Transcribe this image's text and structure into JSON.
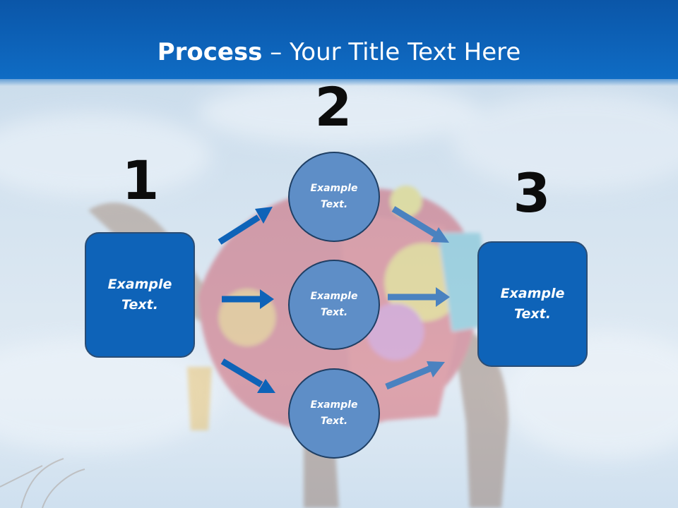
{
  "slide": {
    "title_bold": "Process",
    "title_rest": " – Your Title Text Here"
  },
  "steps": {
    "step1_number": "1",
    "step2_number": "2",
    "step3_number": "3"
  },
  "nodes": {
    "left_box": "Example Text.",
    "circle_top": "Example Text.",
    "circle_middle": "Example Text.",
    "circle_bottom": "Example Text.",
    "right_box": "Example Text."
  },
  "colors": {
    "header": "#0d62b8",
    "box_fill": "#0e63b8",
    "circle_fill": "#5e8ec7",
    "arrow_left": "#0e63b8",
    "arrow_right": "#4a82c0"
  }
}
